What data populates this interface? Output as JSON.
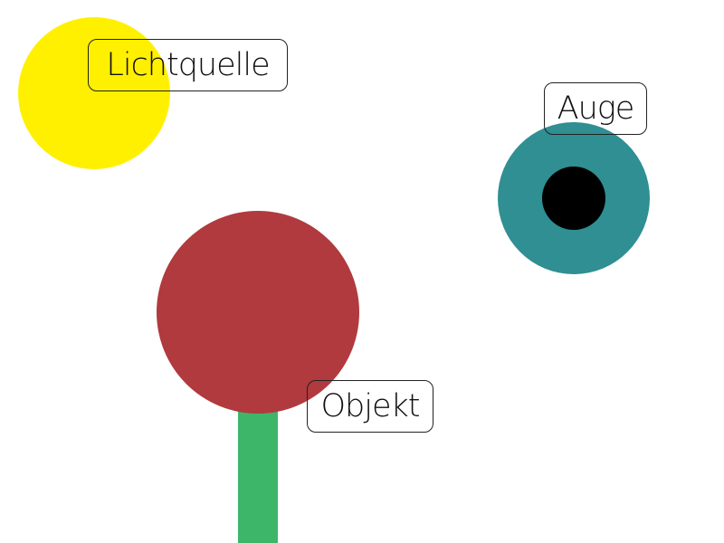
{
  "labels": {
    "light_source": "Lichtquelle",
    "eye": "Auge",
    "object": "Objekt"
  },
  "colors": {
    "light_source": "#FFF000",
    "eye_iris": "#2F8F93",
    "eye_pupil": "#000000",
    "object_head": "#B03A3E",
    "object_stem": "#3DB66A",
    "label_border": "#222222",
    "label_text": "#111111",
    "background": "#FFFFFF"
  }
}
